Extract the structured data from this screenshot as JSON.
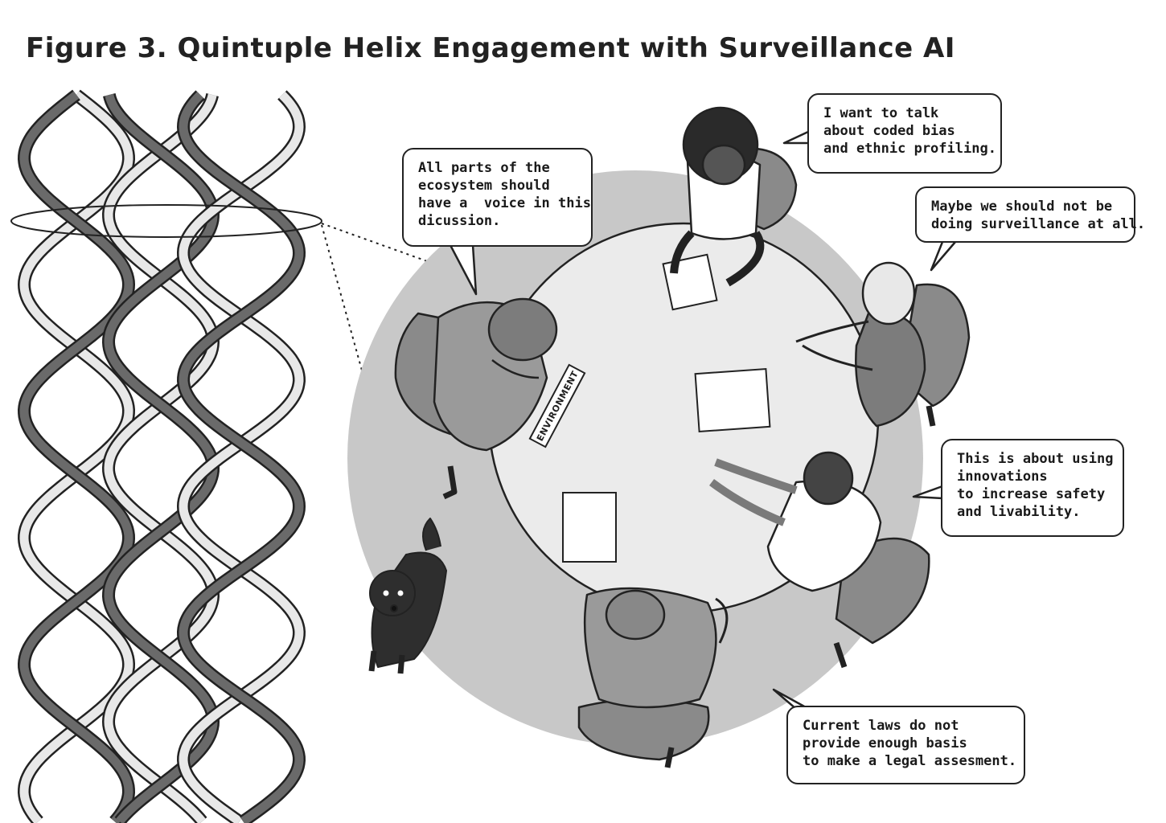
{
  "title": "Figure 3. Quintuple Helix Engagement with Surveillance AI",
  "colors": {
    "ink": "#222222",
    "table": "#ebebeb",
    "rug": "#c8c8c8",
    "chair": "#8a8a8a",
    "helix_light": "#e8e8e8",
    "helix_dark": "#2e2e2e"
  },
  "table_sign": "ENVIRONMENT",
  "bubbles": [
    {
      "id": "ecosystem",
      "lines": [
        "All parts of the",
        "ecosystem should",
        "have a  voice in this",
        "dicussion."
      ]
    },
    {
      "id": "coded-bias",
      "lines": [
        "I want to talk",
        "about coded bias",
        "and ethnic profiling."
      ]
    },
    {
      "id": "no-surveillance",
      "lines": [
        "Maybe we should not be",
        "doing surveillance at all."
      ]
    },
    {
      "id": "innovations",
      "lines": [
        "This is about using",
        "innovations",
        "to increase safety",
        "and livability."
      ]
    },
    {
      "id": "laws",
      "lines": [
        "Current laws do not",
        "provide enough basis",
        "to make a legal assesment."
      ]
    }
  ]
}
